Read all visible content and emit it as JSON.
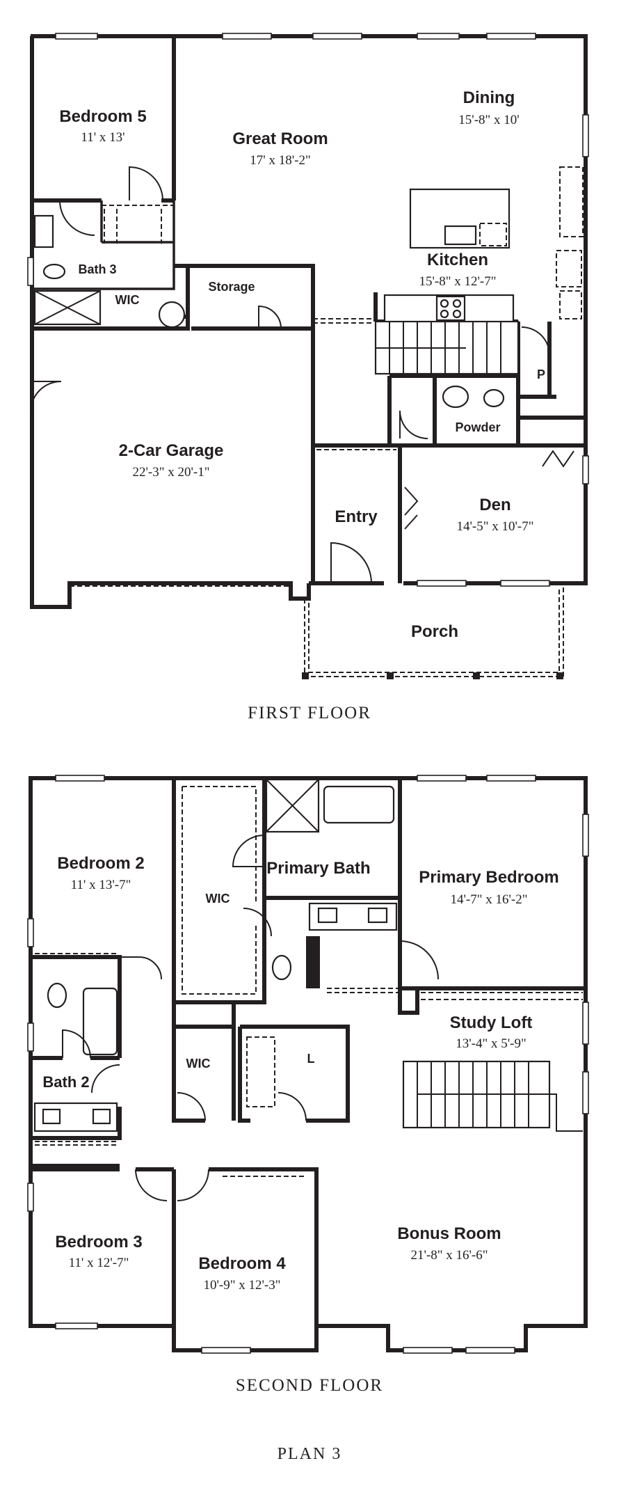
{
  "first_floor": {
    "title": "FIRST FLOOR",
    "rooms": {
      "bedroom5": {
        "name": "Bedroom 5",
        "dim": "11' x 13'"
      },
      "great_room": {
        "name": "Great Room",
        "dim": "17' x 18'-2\""
      },
      "dining": {
        "name": "Dining",
        "dim": "15'-8\" x 10'"
      },
      "kitchen": {
        "name": "Kitchen",
        "dim": "15'-8\" x 12'-7\""
      },
      "bath3": {
        "name": "Bath 3"
      },
      "wic": {
        "name": "WIC"
      },
      "storage": {
        "name": "Storage"
      },
      "pantry": {
        "name": "P"
      },
      "powder": {
        "name": "Powder"
      },
      "garage": {
        "name": "2-Car Garage",
        "dim": "22'-3\" x 20'-1\""
      },
      "entry": {
        "name": "Entry"
      },
      "den": {
        "name": "Den",
        "dim": "14'-5\" x 10'-7\""
      },
      "porch": {
        "name": "Porch"
      }
    }
  },
  "second_floor": {
    "title": "SECOND FLOOR",
    "rooms": {
      "bedroom2": {
        "name": "Bedroom 2",
        "dim": "11' x 13'-7\""
      },
      "wic_primary": {
        "name": "WIC"
      },
      "primary_bath": {
        "name": "Primary Bath"
      },
      "primary_bedroom": {
        "name": "Primary Bedroom",
        "dim": "14'-7\" x 16'-2\""
      },
      "wic2": {
        "name": "WIC"
      },
      "linen": {
        "name": "L"
      },
      "study_loft": {
        "name": "Study Loft",
        "dim": "13'-4\" x 5'-9\""
      },
      "bath2": {
        "name": "Bath 2"
      },
      "bedroom3": {
        "name": "Bedroom 3",
        "dim": "11' x 12'-7\""
      },
      "bedroom4": {
        "name": "Bedroom 4",
        "dim": "10'-9\" x 12'-3\""
      },
      "bonus_room": {
        "name": "Bonus Room",
        "dim": "21'-8\" x 16'-6\""
      }
    }
  },
  "plan_label": "PLAN 3"
}
